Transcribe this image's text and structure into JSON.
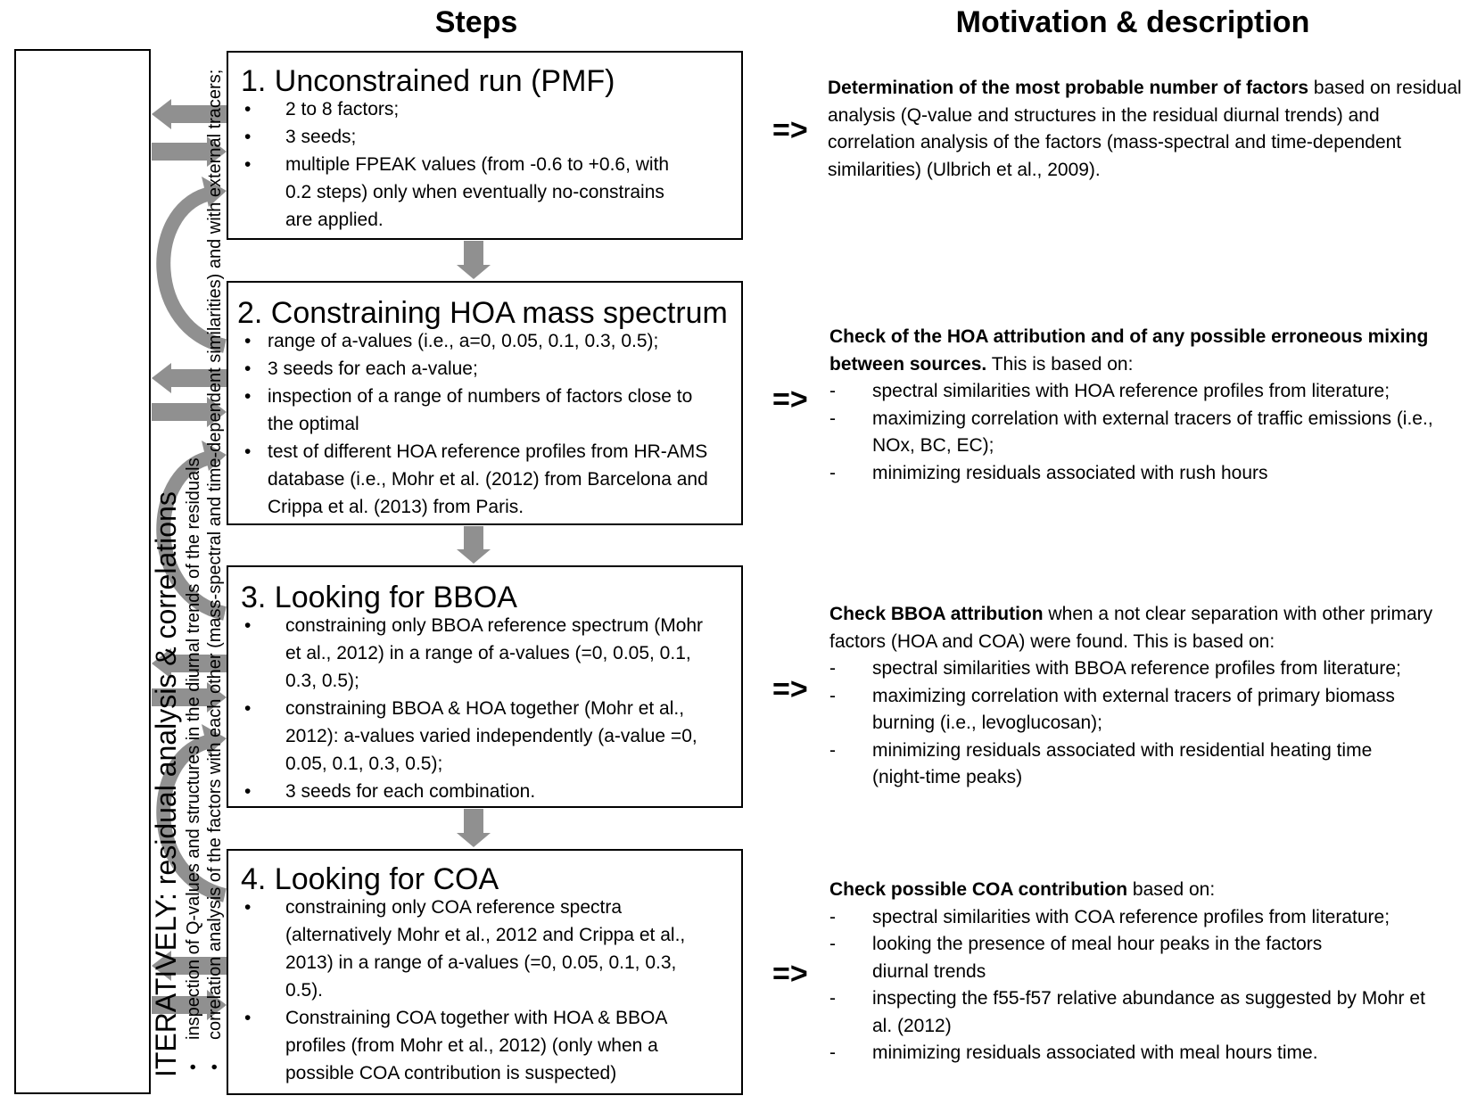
{
  "headers": {
    "steps": "Steps",
    "motivation": "Motivation & description"
  },
  "iterative": {
    "title": "ITERATIVELY:  residual analysis & correlations",
    "bullets": [
      "inspection of Q-values and structures in the diurnal trends of the residuals",
      "correlation analysis of the factors with each other (mass-spectral and time-dependent similarities) and with external tracers;"
    ]
  },
  "steps": [
    {
      "title": "1. Unconstrained run (PMF)",
      "bullets": [
        "2 to 8 factors;",
        "3 seeds;",
        "multiple FPEAK values (from -0.6 to +0.6, with 0.2 steps) only when eventually no-constrains are applied."
      ]
    },
    {
      "title": "2. Constraining HOA mass spectrum",
      "bullets": [
        "range of a-values (i.e., a=0, 0.05, 0.1, 0.3, 0.5);",
        "3 seeds for each a-value;",
        "inspection of a range of numbers of factors close to the optimal",
        "test of different HOA reference profiles from HR-AMS database (i.e., Mohr et al. (2012) from Barcelona and Crippa et al. (2013) from Paris."
      ]
    },
    {
      "title": "3. Looking for BBOA",
      "bullets": [
        "constraining only BBOA reference spectrum (Mohr et al., 2012) in a range of a-values (=0, 0.05, 0.1, 0.3, 0.5);",
        "constraining BBOA & HOA together (Mohr et al., 2012): a-values varied independently (a-value =0, 0.05, 0.1, 0.3, 0.5);",
        "3 seeds for each combination."
      ]
    },
    {
      "title": "4. Looking for COA",
      "bullets": [
        "constraining only COA reference spectra (alternatively Mohr et al., 2012 and Crippa et al., 2013) in a range of a-values (=0, 0.05, 0.1, 0.3, 0.5).",
        "Constraining COA together with HOA & BBOA profiles (from Mohr et al., 2012) (only when a possible COA contribution is suspected)"
      ]
    }
  ],
  "implies": "=>",
  "descriptions": [
    {
      "bold": "Determination of the most probable number of factors",
      "rest": " based on residual analysis (Q-value and structures in the residual diurnal trends) and correlation analysis of the factors (mass-spectral and time-dependent similarities) (Ulbrich et al., 2009).",
      "items": []
    },
    {
      "bold": "Check of the HOA attribution and of any possible erroneous mixing between sources.",
      "rest": " This is based on:",
      "items": [
        "spectral similarities with HOA reference profiles from literature;",
        "maximizing correlation with external tracers of traffic emissions (i.e., NOx, BC, EC);",
        "minimizing residuals associated with rush hours"
      ]
    },
    {
      "bold": "Check BBOA attribution",
      "rest": " when a not clear separation with other primary factors (HOA and COA) were found. This is based on:",
      "items": [
        "spectral similarities with BBOA reference profiles from literature;",
        "maximizing correlation with external tracers of primary biomass burning (i.e., levoglucosan);",
        "minimizing residuals associated with residential heating time (night-time peaks)"
      ]
    },
    {
      "bold": "Check possible COA contribution",
      "rest": " based on:",
      "items": [
        "spectral similarities with COA reference profiles from literature;",
        "looking the presence of meal hour peaks in the factors diurnal trends",
        "inspecting the f55-f57 relative abundance as suggested by Mohr et al. (2012)",
        "minimizing residuals associated with meal hours time."
      ]
    }
  ],
  "colors": {
    "arrow": "#909090",
    "border": "#000000"
  },
  "markers": {
    "bullet": "•",
    "dash": "-"
  }
}
